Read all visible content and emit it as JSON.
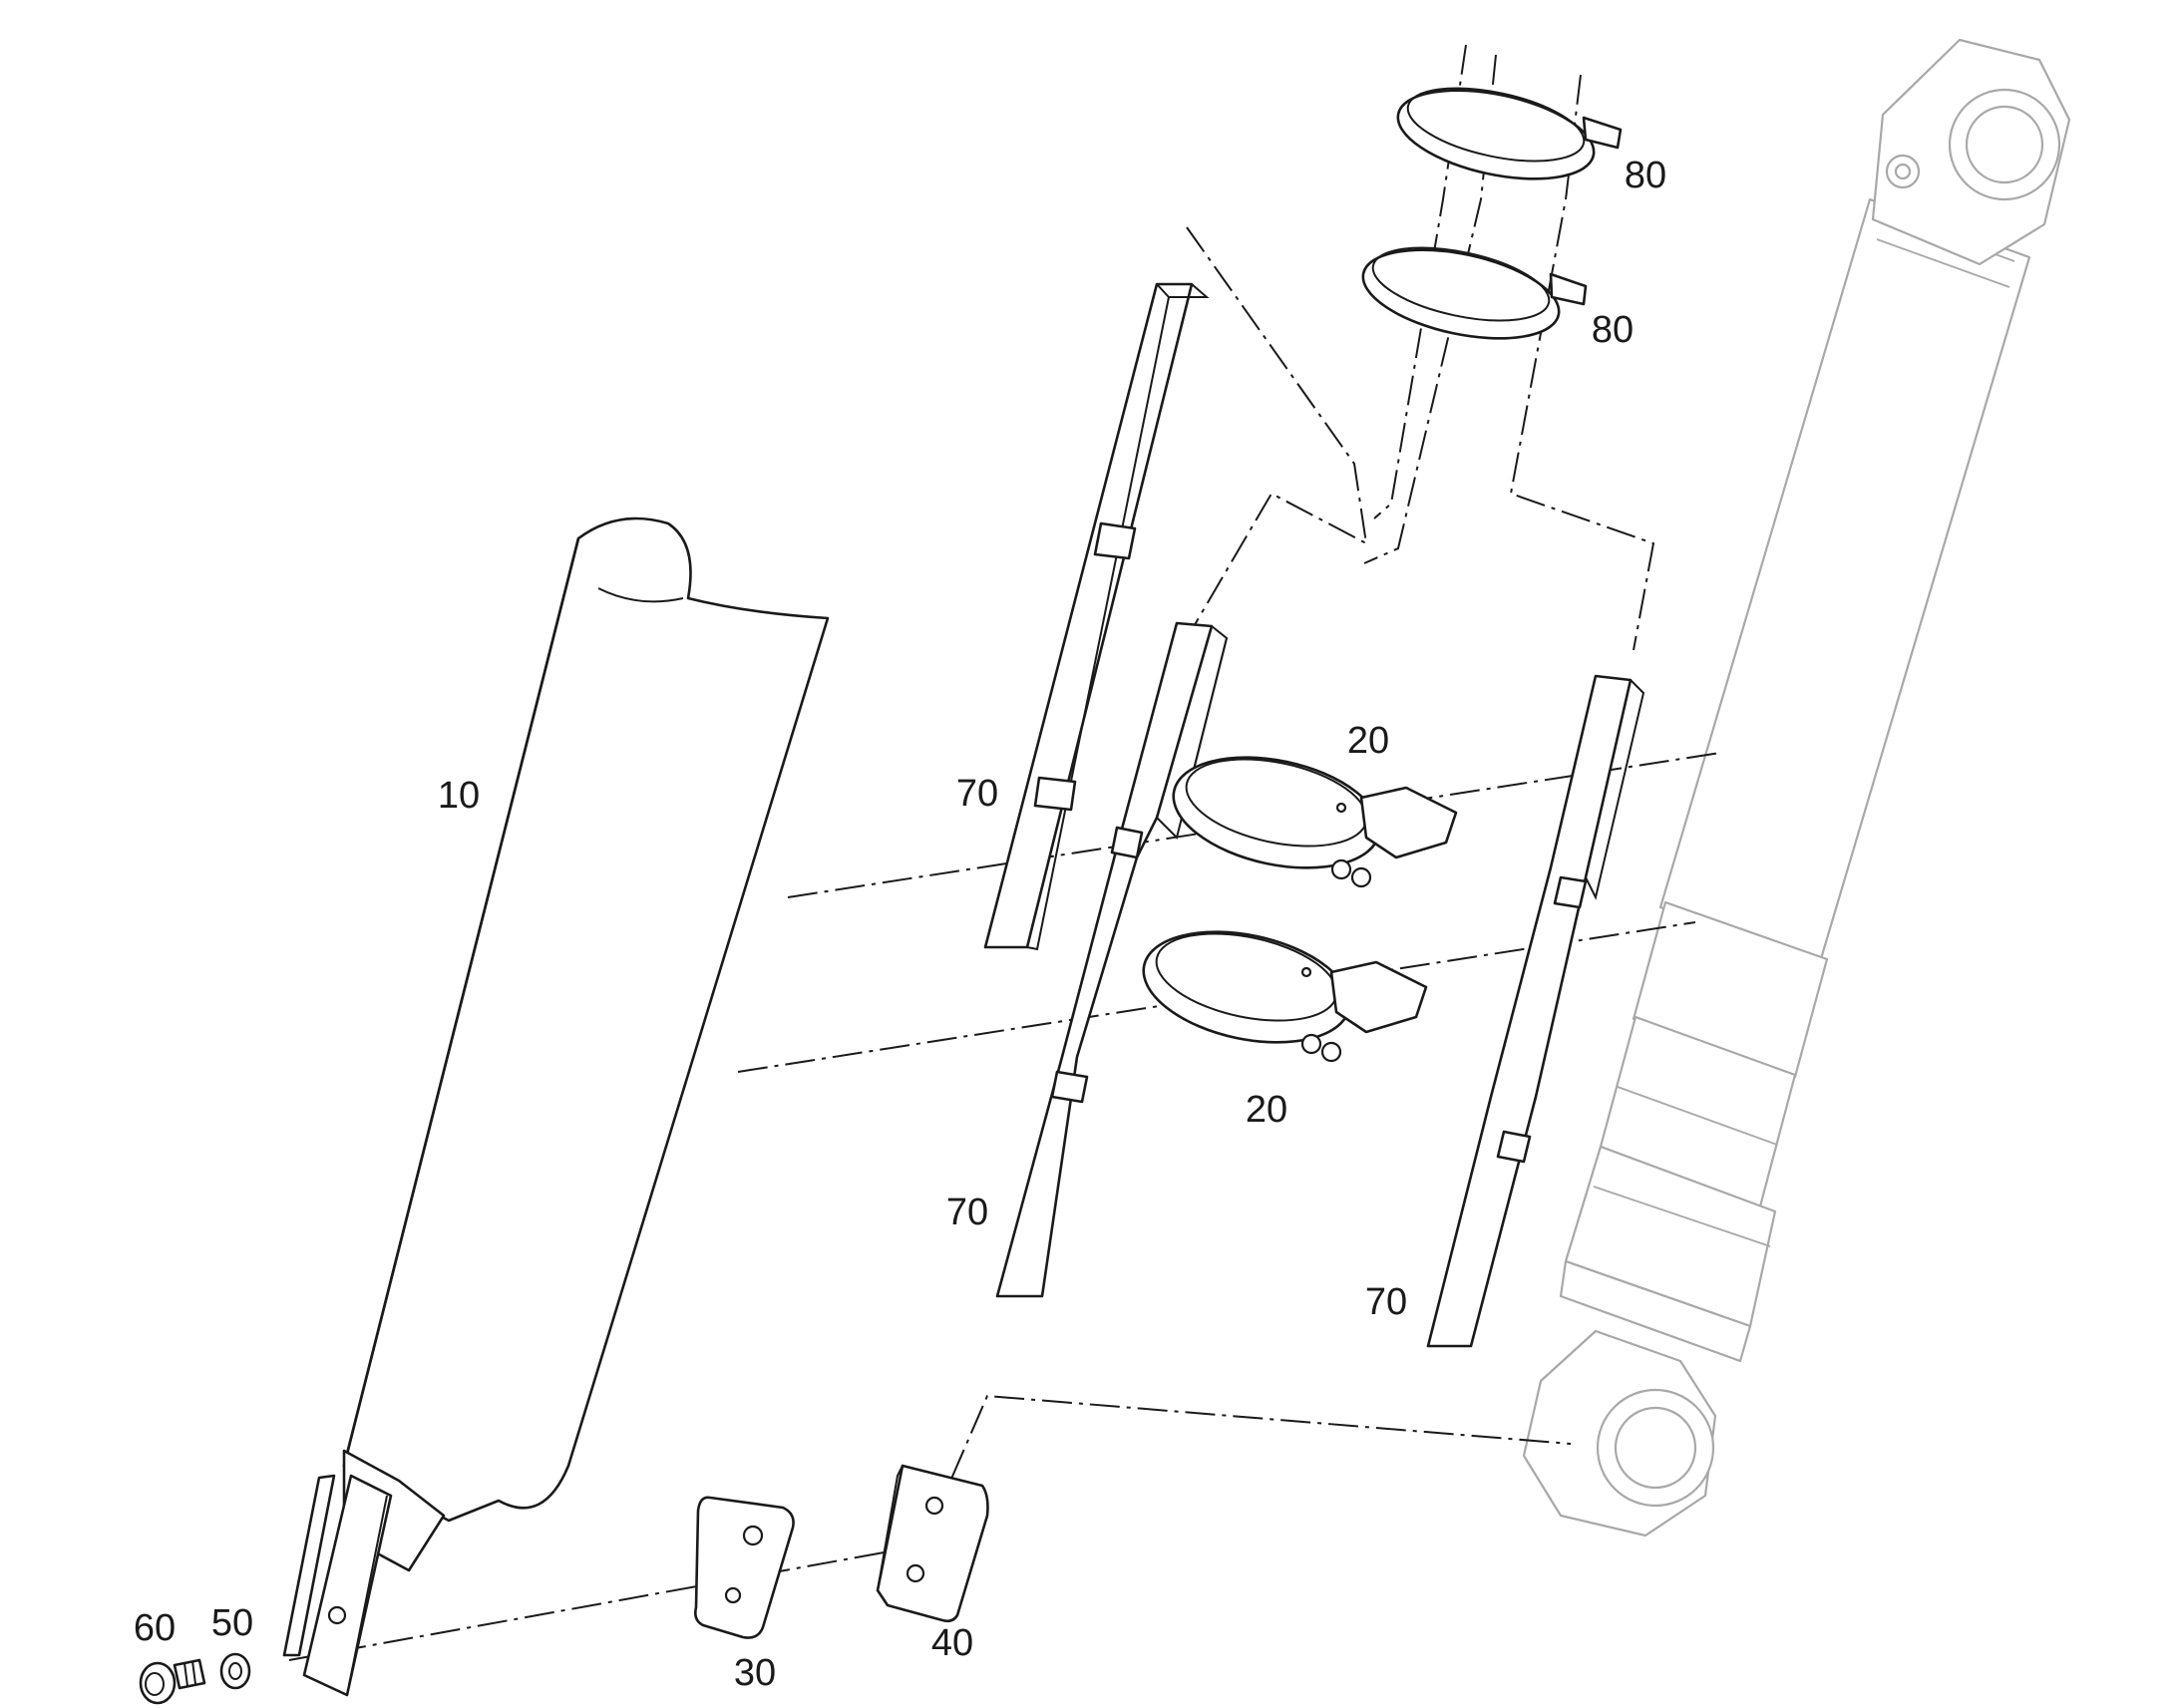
{
  "callouts": {
    "c10": "10",
    "c20_top": "20",
    "c20_bottom": "20",
    "c30": "30",
    "c40": "40",
    "c50": "50",
    "c60": "60",
    "c70_left": "70",
    "c70_middle": "70",
    "c70_right": "70",
    "c80_top": "80",
    "c80_bottom": "80"
  },
  "colors": {
    "line": "#1a1a1a",
    "reference_part": "#a8a8a8",
    "background": "#ffffff"
  }
}
